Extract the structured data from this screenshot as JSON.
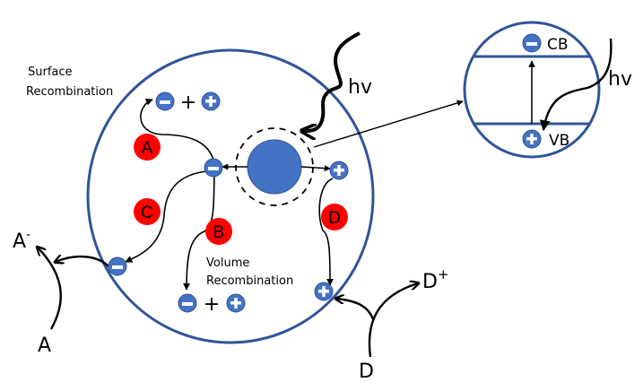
{
  "colors": {
    "particle_outline": "#2F5597",
    "charge_fill": "#4472C4",
    "pathway_label_fill": "#FF0000",
    "arrow": "#000000"
  },
  "labels": {
    "surface_recombination": [
      "Surface",
      "Recombination"
    ],
    "volume_recombination": [
      "Volume",
      "Recombination"
    ],
    "photon": "hv",
    "photon_inset": "hv",
    "conduction_band": "CB",
    "valence_band": "VB",
    "acceptor": "A",
    "acceptor_reduced": "A",
    "acceptor_reduced_sup": "-",
    "donor": "D",
    "donor_oxidized": "D",
    "donor_oxidized_sup": "+",
    "plus_sign": "+"
  },
  "charges": {
    "electron_symbol": "−",
    "hole_symbol": "+"
  },
  "pathways": [
    {
      "id": "A",
      "label": "A",
      "meaning": "surface recombination"
    },
    {
      "id": "B",
      "label": "B",
      "meaning": "volume recombination"
    },
    {
      "id": "C",
      "label": "C",
      "meaning": "electron transfer to acceptor"
    },
    {
      "id": "D",
      "label": "D",
      "meaning": "hole transfer to donor"
    }
  ]
}
